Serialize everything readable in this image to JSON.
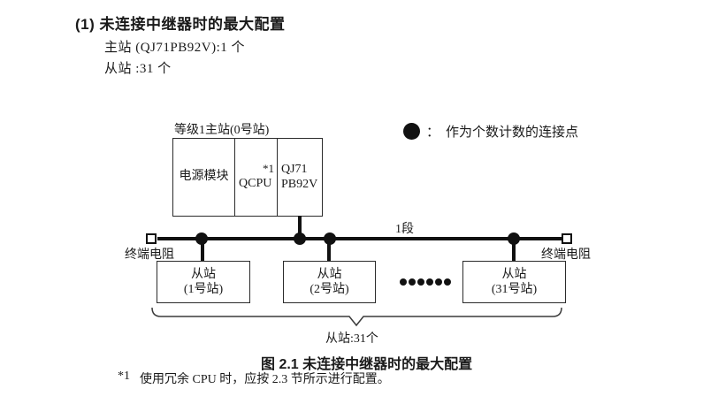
{
  "page": {
    "heading": "(1) 未连接中继器时的最大配置",
    "master_line": "主站 (QJ71PB92V):1 个",
    "slave_line": "从站 :31 个"
  },
  "diagram": {
    "master_label": "等级1主站(0号站)",
    "master_cells": {
      "power": "电源模块",
      "cpu": "QCPU",
      "cpu_note": "*1",
      "pb_line1": "QJ71",
      "pb_line2": "PB92V"
    },
    "legend": {
      "separator": "：",
      "text": "作为个数计数的连接点"
    },
    "segment_label": "1段",
    "terminator_left": "终端电阻",
    "terminator_right": "终端电阻",
    "slaves": [
      {
        "line1": "从站",
        "line2": "(1号站)"
      },
      {
        "line1": "从站",
        "line2": "(2号站)"
      },
      {
        "line1": "从站",
        "line2": "(31号站)"
      }
    ],
    "brace_label": "从站:31个"
  },
  "caption": "图 2.1 未连接中继器时的最大配置",
  "footnote": {
    "marker": "*1",
    "text": "使用冗余 CPU 时，应按 2.3 节所示进行配置。"
  }
}
